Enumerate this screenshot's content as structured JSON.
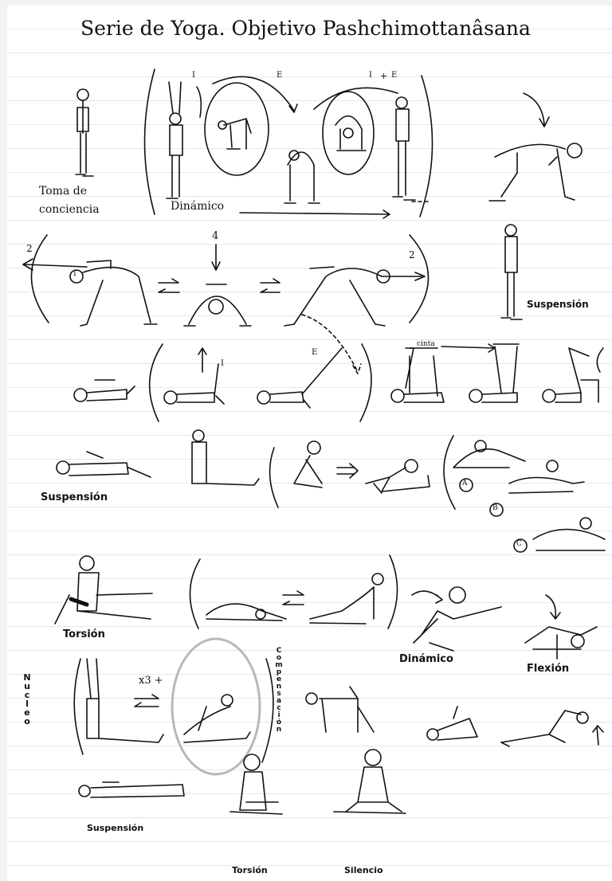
{
  "title": "Serie de Yoga. Objetivo Pashchimottanâsana",
  "labels": {
    "toma": "Toma de",
    "conciencia": "conciencia",
    "dinamico_1": "Dinámico",
    "suspension_1": "Suspensión",
    "cinta": "cinta",
    "suspension_2": "Suspensión",
    "torsion_1": "Torsión",
    "dinamico_2": "Dinámico",
    "flexion": "Flexión",
    "x3": "x3 +",
    "suspension_3": "Suspensión",
    "torsion_2": "Torsión",
    "silencio": "Silencio"
  },
  "markers": {
    "one": "1",
    "two_left": "2",
    "two_right": "2",
    "four": "4",
    "a": "A",
    "b": "B",
    "c": "C",
    "i1": "I",
    "e1": "E",
    "i2": "I",
    "plus": "+",
    "e2": "E",
    "i3": "I",
    "e3": "E"
  },
  "vertical_words": {
    "nucleo": [
      "N",
      "u",
      "c",
      "l",
      "e",
      "o"
    ],
    "compensacion": [
      "C",
      "o",
      "m",
      "p",
      "e",
      "n",
      "s",
      "a",
      "c",
      "i",
      "ó",
      "n"
    ]
  },
  "colors": {
    "ink": "#111111",
    "shade": "#9a9a9a",
    "circle": "#b8b8b8",
    "rule": "#e6e8ee"
  }
}
